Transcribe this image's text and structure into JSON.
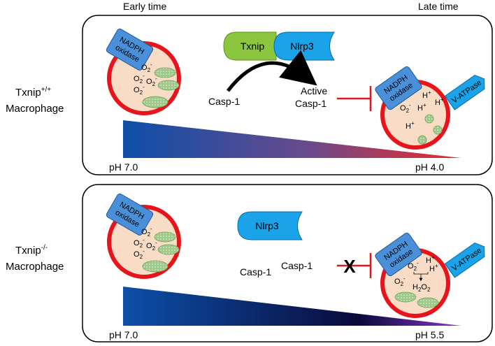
{
  "header": {
    "early": "Early time",
    "late": "Late time"
  },
  "wt": {
    "label_line1": "Txnip",
    "label_sup": "+/+",
    "label_line2": "Macrophage",
    "nadph_line1": "NADPH",
    "nadph_line2": "oxidase",
    "o2": "O",
    "o2_sub": "2",
    "o2_sup": "-",
    "txnip": "Txnip",
    "nlrp3": "Nlrp3",
    "casp1": "Casp-1",
    "active_line1": "Active",
    "active_line2": "Casp-1",
    "h": "H",
    "h_sup": "+",
    "vatpase": "V-ATPase",
    "ph_start": "pH 7.0",
    "ph_end": "pH 4.0"
  },
  "ko": {
    "label_line1": "Txnip",
    "label_sup": "-/-",
    "label_line2": "Macrophage",
    "nadph_line1": "NADPH",
    "nadph_line2": "oxidase",
    "o2": "O",
    "o2_sub": "2",
    "o2_sup": "-",
    "nlrp3": "Nlrp3",
    "casp1_a": "Casp-1",
    "casp1_b": "Casp-1",
    "x_mark": "X",
    "h": "H",
    "h_sup": "+",
    "h2o2_h": "H",
    "h2o2_o": "O",
    "h2o2_sub": "2",
    "vatpase": "V-ATPase",
    "ph_start": "pH 7.0",
    "ph_end": "pH 5.5"
  },
  "colors": {
    "membrane": "#e8141b",
    "lumen": "#f8dcc6",
    "vesicle": "#9fc98a",
    "nadph": "#4a90d9",
    "txnip": "#8cc63f",
    "nlrp3": "#1aa3e8",
    "blue": "#0d4fa8",
    "red": "#e8141b",
    "purple": "#7b2fbf"
  }
}
